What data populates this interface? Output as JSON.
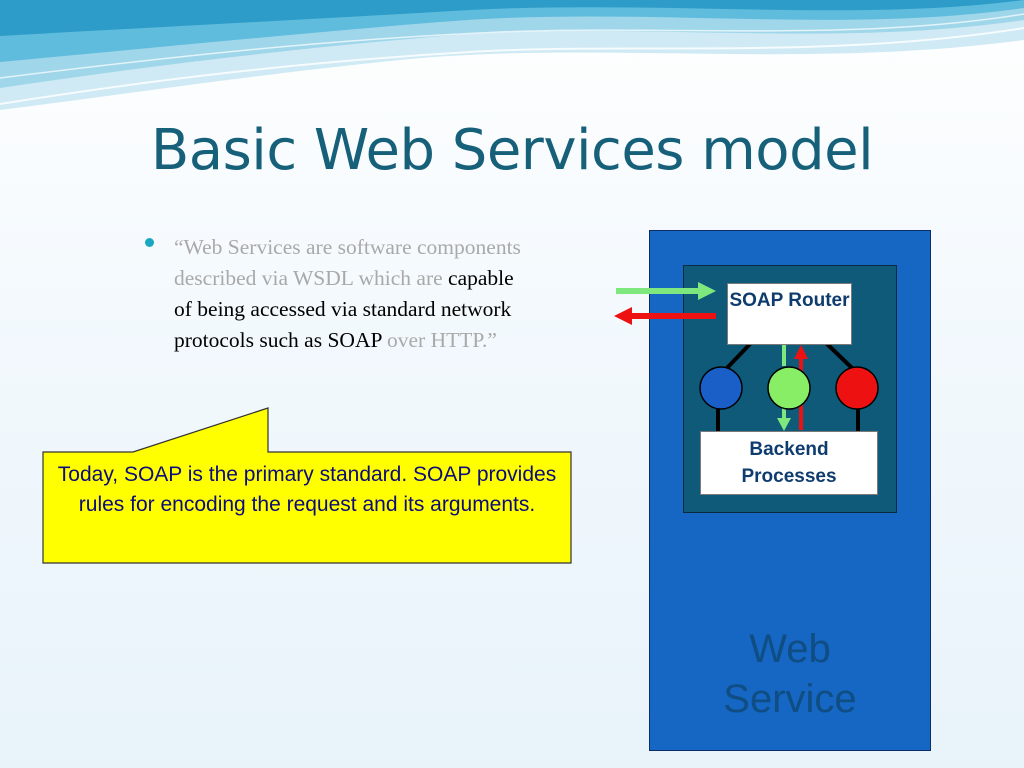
{
  "slide": {
    "title": "Basic Web Services model",
    "bullet": {
      "part1": "“Web Services are software components described via WSDL which are ",
      "part2": "capable of being accessed via standard network protocols such as SOAP",
      "part3": " over HTTP.”"
    },
    "callout": {
      "text": "Today, SOAP is the primary standard. SOAP provides rules for encoding the request and its arguments."
    }
  },
  "diagram": {
    "soap_router": "SOAP Router",
    "backend_processes": "Backend Processes",
    "web_service": "Web Service"
  },
  "colors": {
    "title": "#17607a",
    "web_service_box": "#1666c4",
    "inner_box": "#0f5a78",
    "callout_fill": "#ffff00",
    "request_arrow": "#7ee87e",
    "response_arrow": "#ee1111",
    "node_blue": "#1a5fc8",
    "node_green": "#88ee66",
    "node_red": "#ee1111"
  }
}
